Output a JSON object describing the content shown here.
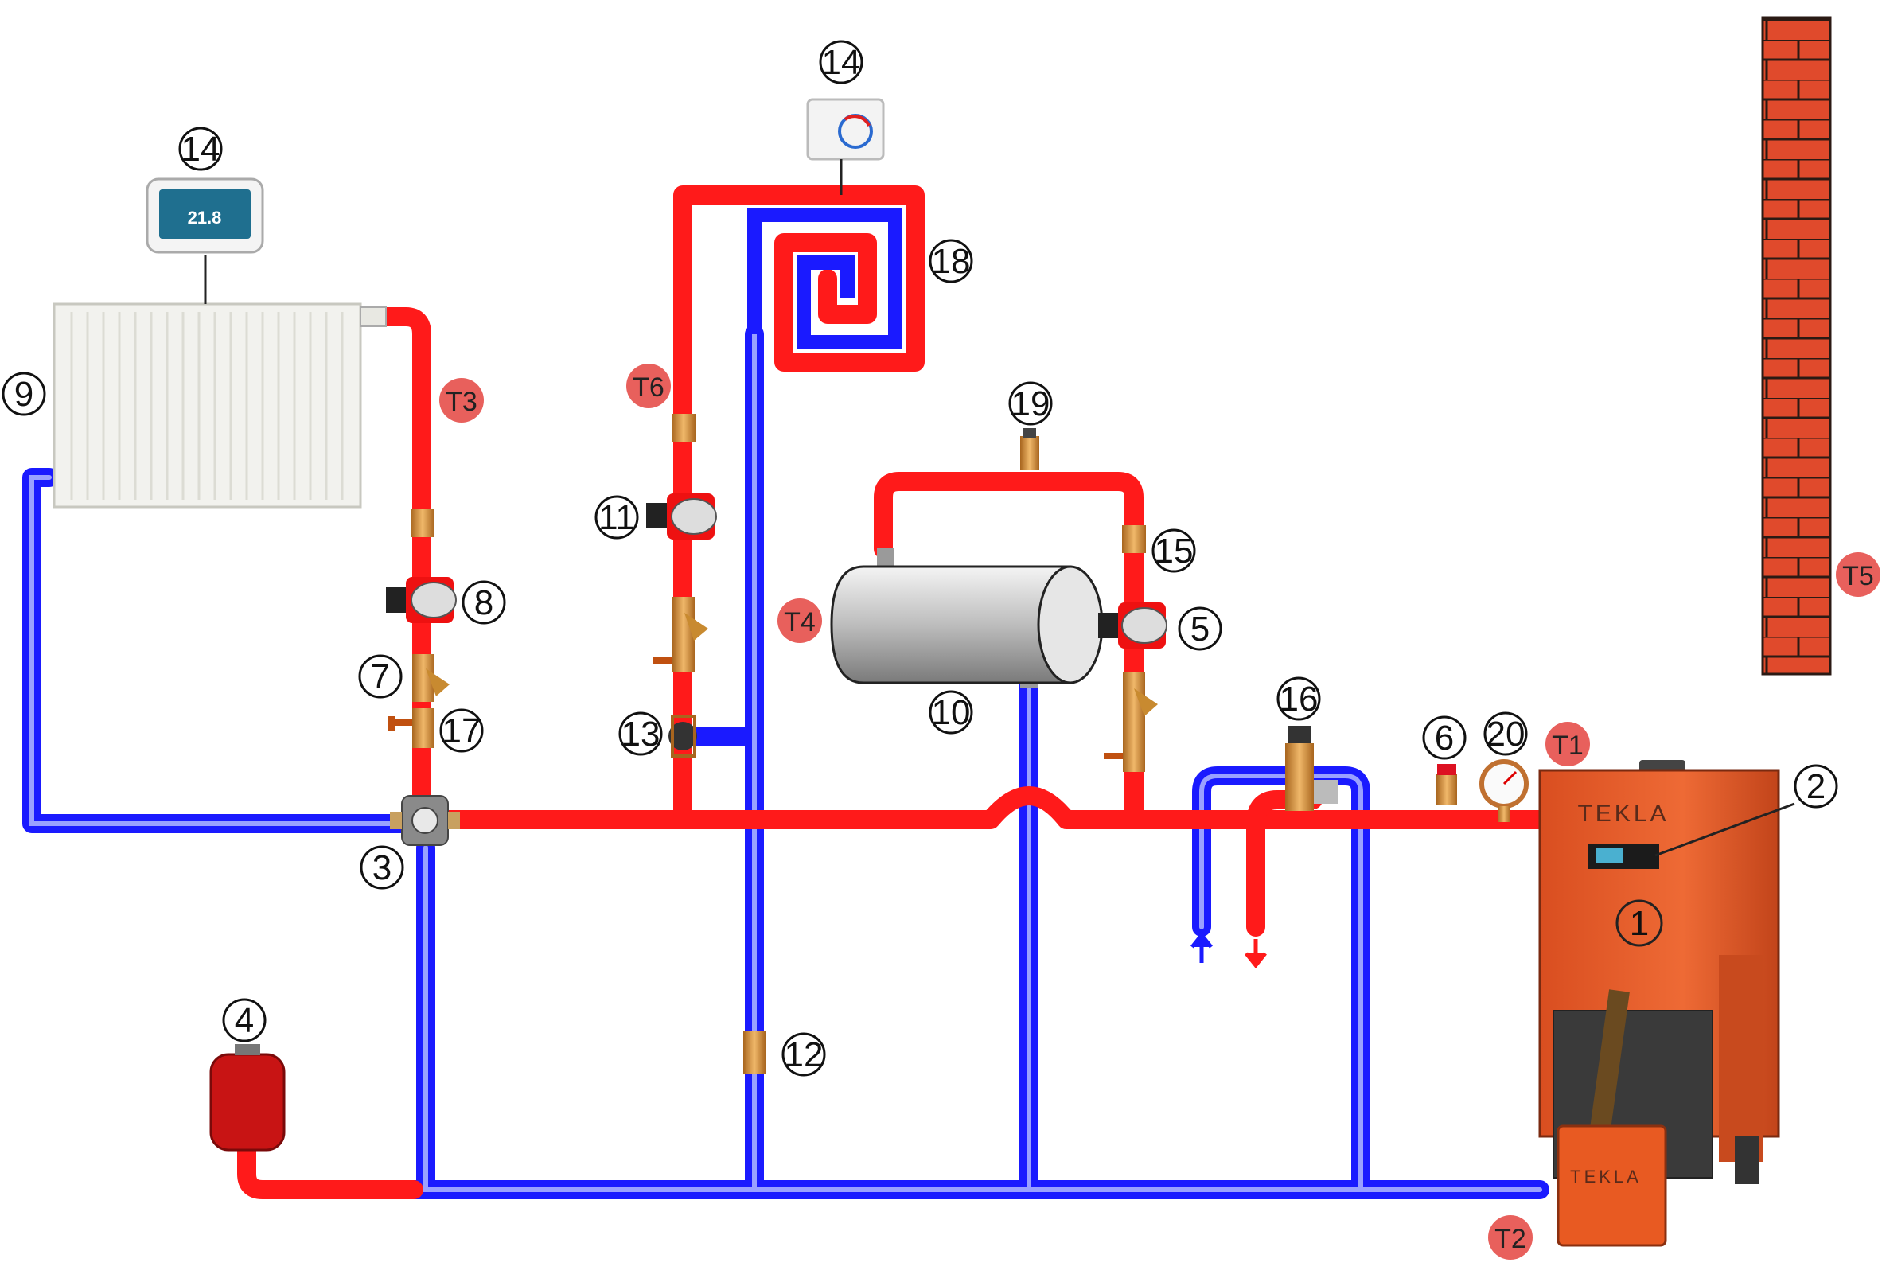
{
  "labels": {
    "n1": "1",
    "n2": "2",
    "n3": "3",
    "n4": "4",
    "n5": "5",
    "n6": "6",
    "n7": "7",
    "n8": "8",
    "n9": "9",
    "n10": "10",
    "n11": "11",
    "n12": "12",
    "n13": "13",
    "n14a": "14",
    "n14b": "14",
    "n15": "15",
    "n16": "16",
    "n17": "17",
    "n18": "18",
    "n19": "19",
    "n20": "20"
  },
  "temp_sensors": {
    "t1": "T1",
    "t2": "T2",
    "t3": "T3",
    "t4": "T4",
    "t5": "T5",
    "t6": "T6"
  },
  "devices": {
    "thermostat_display": "21.8",
    "boiler_brand": "TEKLA",
    "burner_brand": "TEKLA"
  },
  "colors": {
    "hot_pipe": "#ff1a1a",
    "cold_pipe": "#1a1aff",
    "sensor_badge": "#e8605c",
    "boiler": "#e85a2a",
    "brick": "#e04a2c"
  }
}
